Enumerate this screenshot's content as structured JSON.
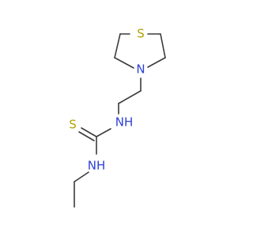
{
  "molecule": {
    "bond_color": "#3a3a3a",
    "atoms": {
      "sulfur_ring": {
        "label": "S",
        "color": "#b3a100"
      },
      "nitrogen_ring": {
        "label": "N",
        "color": "#2d3fd6"
      },
      "nitrogen_upper": {
        "label": "NH",
        "color": "#2d3fd6"
      },
      "sulfur_thione": {
        "label": "S",
        "color": "#b3a100"
      },
      "nitrogen_lower": {
        "label": "NH",
        "color": "#2d3fd6"
      }
    }
  }
}
